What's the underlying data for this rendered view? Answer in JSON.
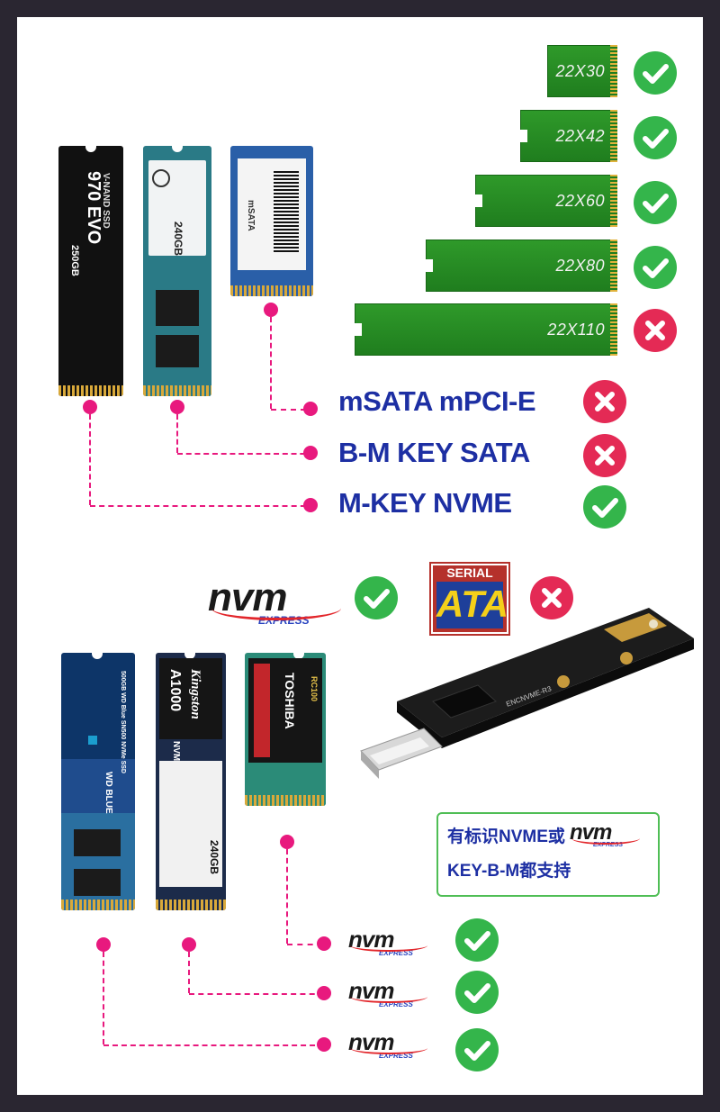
{
  "sizes": [
    {
      "label": "22X30",
      "supported": true
    },
    {
      "label": "22X42",
      "supported": true
    },
    {
      "label": "22X60",
      "supported": true
    },
    {
      "label": "22X80",
      "supported": true
    },
    {
      "label": "22X110",
      "supported": false
    }
  ],
  "interfaces": [
    {
      "label": "mSATA mPCI-E",
      "supported": false
    },
    {
      "label": "B-M KEY SATA",
      "supported": false
    },
    {
      "label": "M-KEY NVME",
      "supported": true
    }
  ],
  "logos": {
    "nvm_word": "nvm",
    "nvm_express": "EXPRESS",
    "sata_top": "SERIAL",
    "sata_main": "ATA",
    "nvm_supported": true,
    "sata_supported": false
  },
  "drives_top": {
    "samsung": {
      "brand": "970 EVO",
      "sub": "V-NAND SSD",
      "cap": "250GB"
    },
    "sata_m2": {
      "cap": "240GB"
    },
    "msata": {
      "text": "mSATA"
    }
  },
  "drives_bottom": {
    "wd": {
      "text": "500GB WD Blue SN500 NVMe SSD",
      "brand": "WD BLUE"
    },
    "kingston": {
      "brand": "Kingston",
      "model": "A1000",
      "sub": "NVMe",
      "cap": "240GB"
    },
    "toshiba": {
      "brand": "TOSHIBA",
      "model": "RC100"
    }
  },
  "adapter": {
    "label": "ENCNVME-R3"
  },
  "info_box": {
    "line1_prefix": "有标识NVME或",
    "line2": "KEY-B-M都支持"
  },
  "bottom_rows": [
    {
      "word": "nvm",
      "express": "EXPRESS",
      "supported": true
    },
    {
      "word": "nvm",
      "express": "EXPRESS",
      "supported": true
    },
    {
      "word": "nvm",
      "express": "EXPRESS",
      "supported": true
    }
  ],
  "colors": {
    "accent_blue": "#1d2fa3",
    "check_green": "#34b54b",
    "cross_red": "#e42a55",
    "leader_pink": "#e8197e",
    "bar_green": "#1f7d1e"
  }
}
